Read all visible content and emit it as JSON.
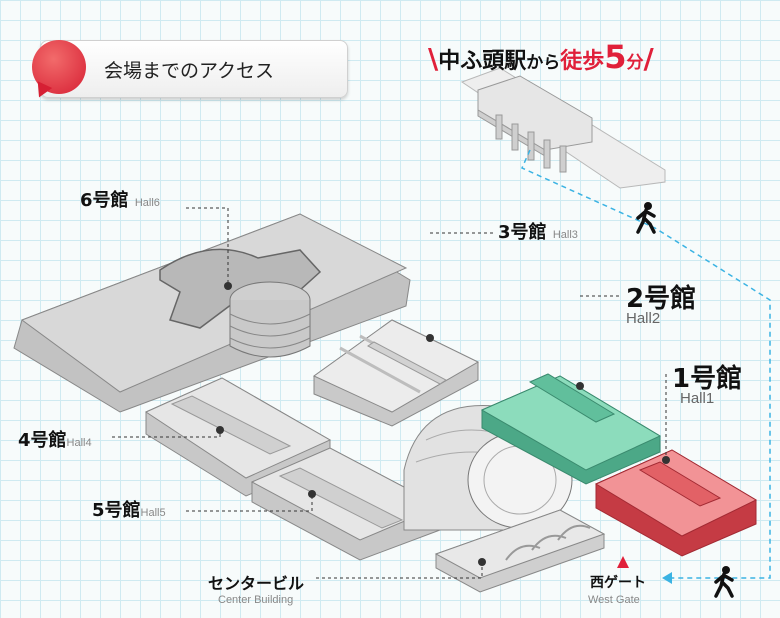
{
  "header": {
    "title": "会場までのアクセス"
  },
  "access": {
    "prefix": "中ふ頭駅",
    "mid": "から",
    "walk": "徒歩",
    "minutes": "5",
    "unit": "分"
  },
  "halls": {
    "hall6": {
      "ja": "6号館",
      "en": "Hall6"
    },
    "hall3": {
      "ja": "3号館",
      "en": "Hall3"
    },
    "hall2": {
      "ja": "2号館",
      "en": "Hall2"
    },
    "hall1": {
      "ja": "1号館",
      "en": "Hall1"
    },
    "hall4": {
      "ja": "4号館",
      "en": "Hall4"
    },
    "hall5": {
      "ja": "5号館",
      "en": "Hall5"
    }
  },
  "center_building": {
    "ja": "センタービル",
    "en": "Center Building"
  },
  "west_gate": {
    "ja": "西ゲート",
    "en": "West Gate"
  },
  "colors": {
    "building_gray": "#dadada",
    "hall2_green": "#7dd3b2",
    "hall1_red": "#ef7d80",
    "route": "#3bb3e3",
    "accent_red": "#e0203a"
  },
  "icons": [
    "walking-person-icon",
    "gate-marker-icon",
    "speech-bubble-icon"
  ]
}
